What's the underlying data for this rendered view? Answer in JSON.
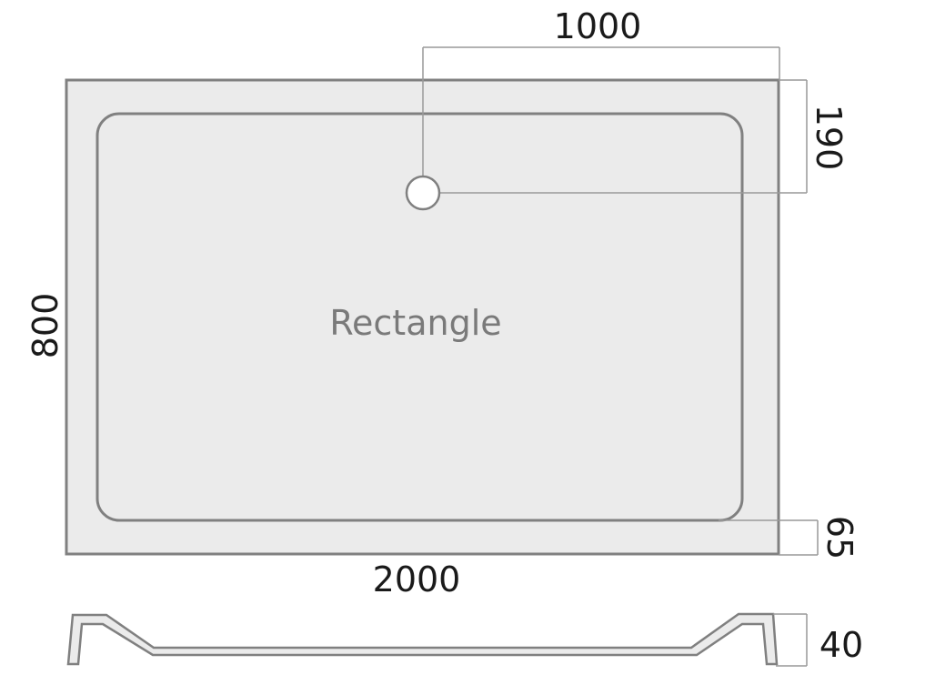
{
  "diagram": {
    "shape_label": "Rectangle",
    "colors": {
      "outline": "#808080",
      "fill": "#ebebeb",
      "dimension_line": "#999999",
      "text": "#1a1a1a",
      "label_text": "#7a7a7a"
    },
    "dimensions": {
      "width": "2000",
      "height": "800",
      "drain_x_offset": "1000",
      "drain_y_offset": "190",
      "rim_width": "65",
      "depth": "40"
    }
  }
}
